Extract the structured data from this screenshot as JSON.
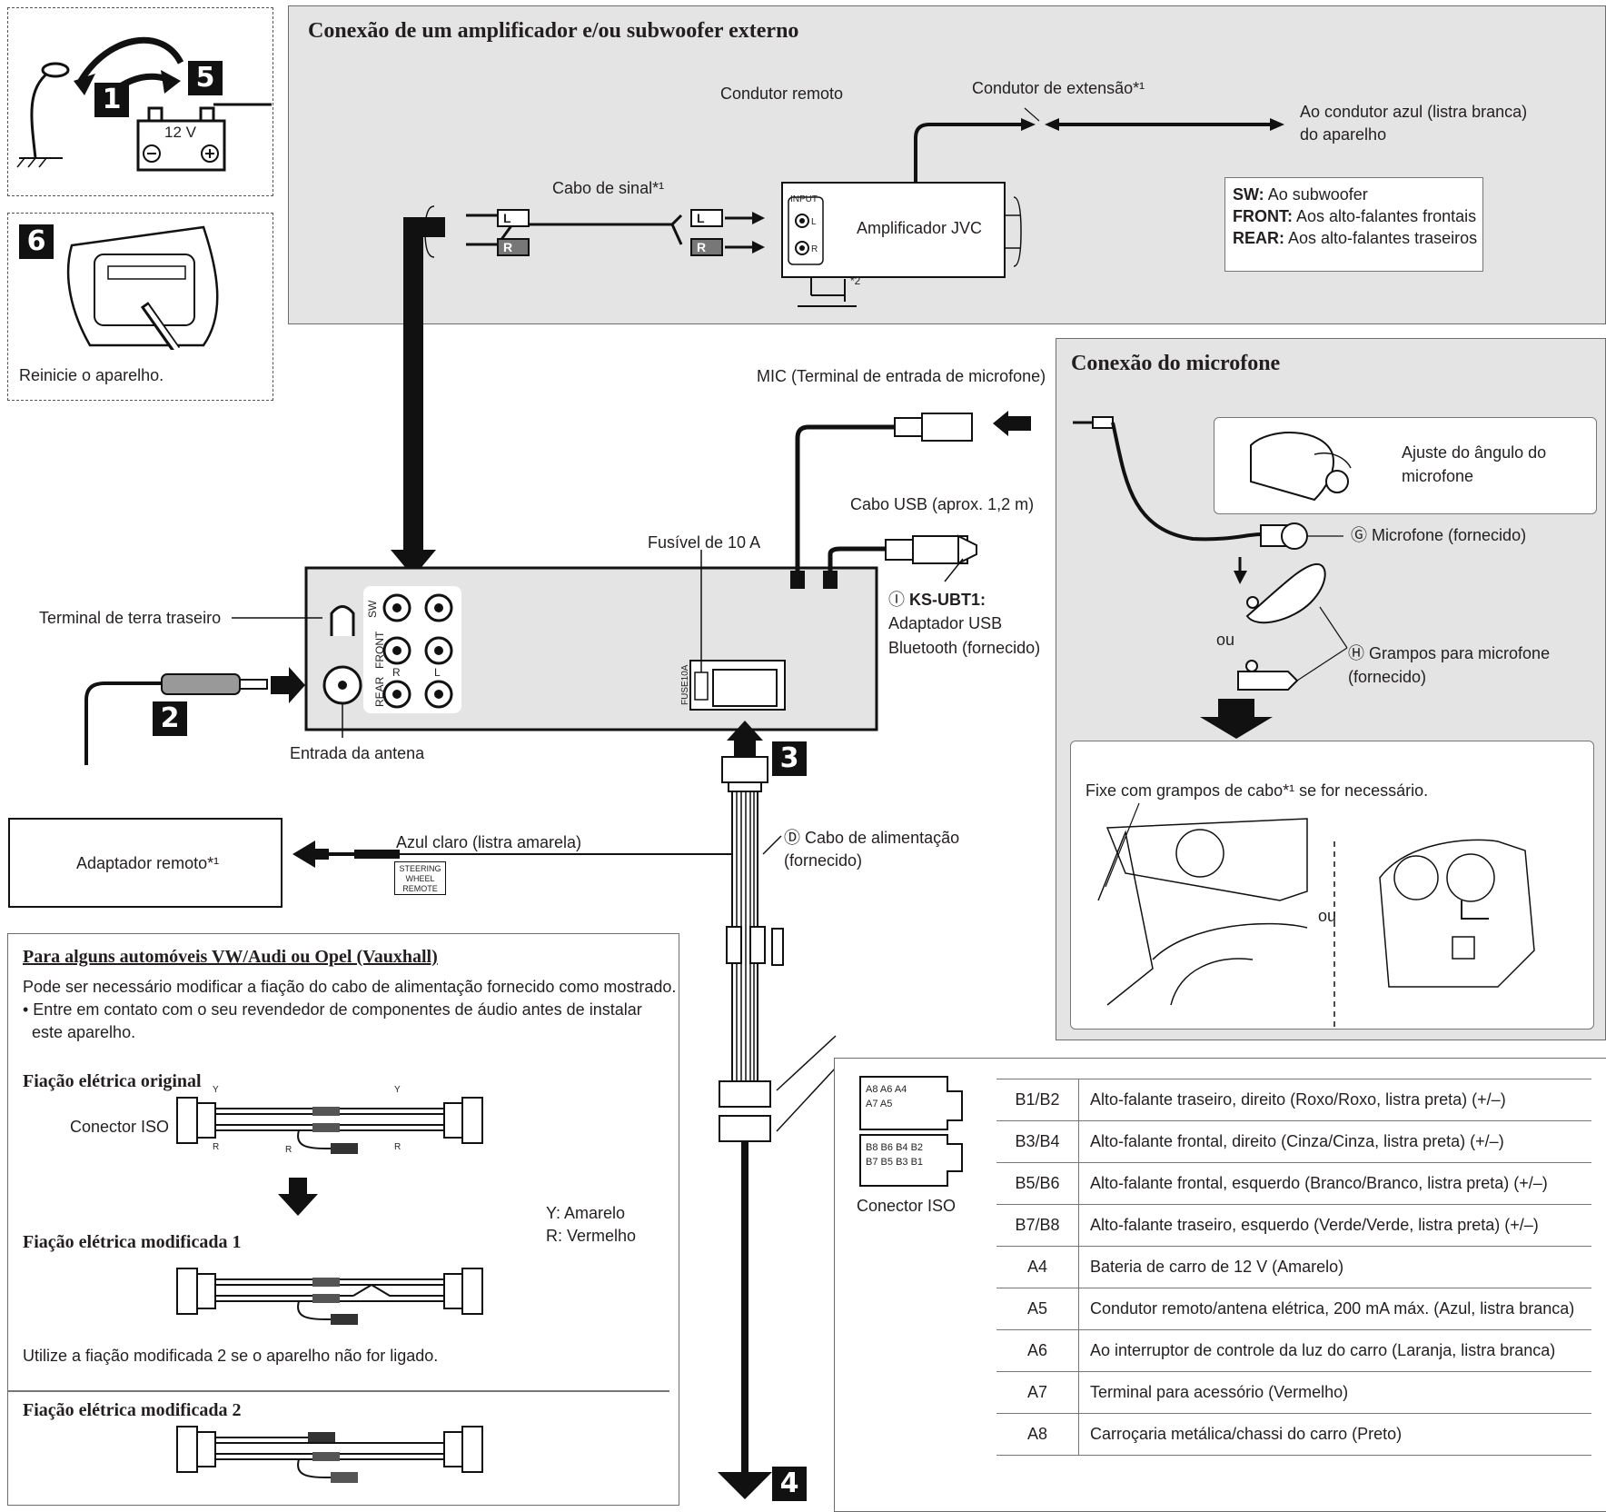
{
  "steps": {
    "s1": "1",
    "s2": "2",
    "s3": "3",
    "s4": "4",
    "s5": "5",
    "s6": "6"
  },
  "battery": {
    "voltage_label": "12 V"
  },
  "reset": {
    "caption": "Reinicie o aparelho."
  },
  "amp_section": {
    "title": "Conexão de um amplificador e/ou subwoofer externo",
    "remote_lead": "Condutor remoto",
    "extension_lead": "Condutor de extensão*¹",
    "to_blue_lead": "Ao condutor azul (listra branca) do aparelho",
    "signal_cable": "Cabo de sinal*¹",
    "rca_l": "L",
    "rca_r": "R",
    "amp_input": "INPUT",
    "amp_name": "Amplificador JVC",
    "ground_note": "*2",
    "outputs": [
      {
        "key": "SW:",
        "text": "Ao subwoofer"
      },
      {
        "key": "FRONT:",
        "text": "Aos alto-falantes frontais"
      },
      {
        "key": "REAR:",
        "text": "Aos alto-falantes traseiros"
      }
    ]
  },
  "unit": {
    "mic_terminal": "MIC (Terminal de entrada de microfone)",
    "usb_cable": "Cabo USB (aprox. 1,2 m)",
    "fuse": "Fusível de 10 A",
    "fuse_marking": "FUSE10A",
    "usb_adapter_id": "Ⓘ",
    "usb_adapter_model": "KS-UBT1:",
    "usb_adapter_desc1": "Adaptador USB",
    "usb_adapter_desc2": "Bluetooth (fornecido)",
    "rear_ground": "Terminal de terra traseiro",
    "antenna_input": "Entrada da antena",
    "jack_labels": {
      "sw": "SW",
      "front": "FRONT",
      "rear": "REAR",
      "r": "R",
      "l": "L"
    },
    "remote_adapter": "Adaptador remoto*¹",
    "light_blue_wire": "Azul claro (listra amarela)",
    "steering_remote": [
      "STEERING",
      "WHEEL",
      "REMOTE"
    ],
    "power_cable_line1": "Ⓓ Cabo de alimentação",
    "power_cable_line2": "(fornecido)"
  },
  "mic_section": {
    "title": "Conexão do microfone",
    "angle_adjust_line1": "Ajuste do ângulo do",
    "angle_adjust_line2": "microfone",
    "microphone": "Ⓖ Microfone (fornecido)",
    "or": "ou",
    "clamps_line1": "Ⓗ Grampos para microfone",
    "clamps_line2": "(fornecido)",
    "fix_note": "Fixe com grampos de cabo*¹ se for necessário.",
    "or2": "ou"
  },
  "vw_section": {
    "title": "Para alguns automóveis VW/Audi ou Opel (Vauxhall)",
    "intro": "Pode ser necessário modificar a fiação do cabo de alimentação fornecido como mostrado.",
    "bullet_line1": "• Entre em contato com o seu revendedor de componentes de áudio antes de instalar",
    "bullet_line2": "este aparelho.",
    "original": "Fiação elétrica original",
    "iso_connector": "Conector ISO",
    "modified1": "Fiação elétrica modificada 1",
    "legend_y": "Y:  Amarelo",
    "legend_r": "R:  Vermelho",
    "use_note": "Utilize a fiação modificada 2 se o aparelho não for ligado.",
    "modified2": "Fiação elétrica modificada 2",
    "wire_y": "Y",
    "wire_r": "R"
  },
  "iso_table": {
    "connector_label": "Conector ISO",
    "rows_top": [
      "A8",
      "A6",
      "A4",
      "A7",
      "A5"
    ],
    "rows_bottom": [
      "B8",
      "B6",
      "B4",
      "B2",
      "B7",
      "B5",
      "B3",
      "B1"
    ],
    "rows": [
      {
        "pin": "B1/B2",
        "desc": "Alto-falante traseiro, direito (Roxo/Roxo, listra preta) (+/–)"
      },
      {
        "pin": "B3/B4",
        "desc": "Alto-falante frontal, direito (Cinza/Cinza, listra preta) (+/–)"
      },
      {
        "pin": "B5/B6",
        "desc": "Alto-falante frontal, esquerdo (Branco/Branco, listra preta) (+/–)"
      },
      {
        "pin": "B7/B8",
        "desc": "Alto-falante traseiro, esquerdo (Verde/Verde, listra preta) (+/–)"
      },
      {
        "pin": "A4",
        "desc": "Bateria de carro de 12 V (Amarelo)"
      },
      {
        "pin": "A5",
        "desc": "Condutor remoto/antena elétrica, 200 mA máx. (Azul, listra branca)"
      },
      {
        "pin": "A6",
        "desc": "Ao interruptor de controle da luz do carro (Laranja, listra branca)"
      },
      {
        "pin": "A7",
        "desc": "Terminal para acessório (Vermelho)"
      },
      {
        "pin": "A8",
        "desc": "Carroçaria metálica/chassi do carro (Preto)"
      }
    ]
  }
}
